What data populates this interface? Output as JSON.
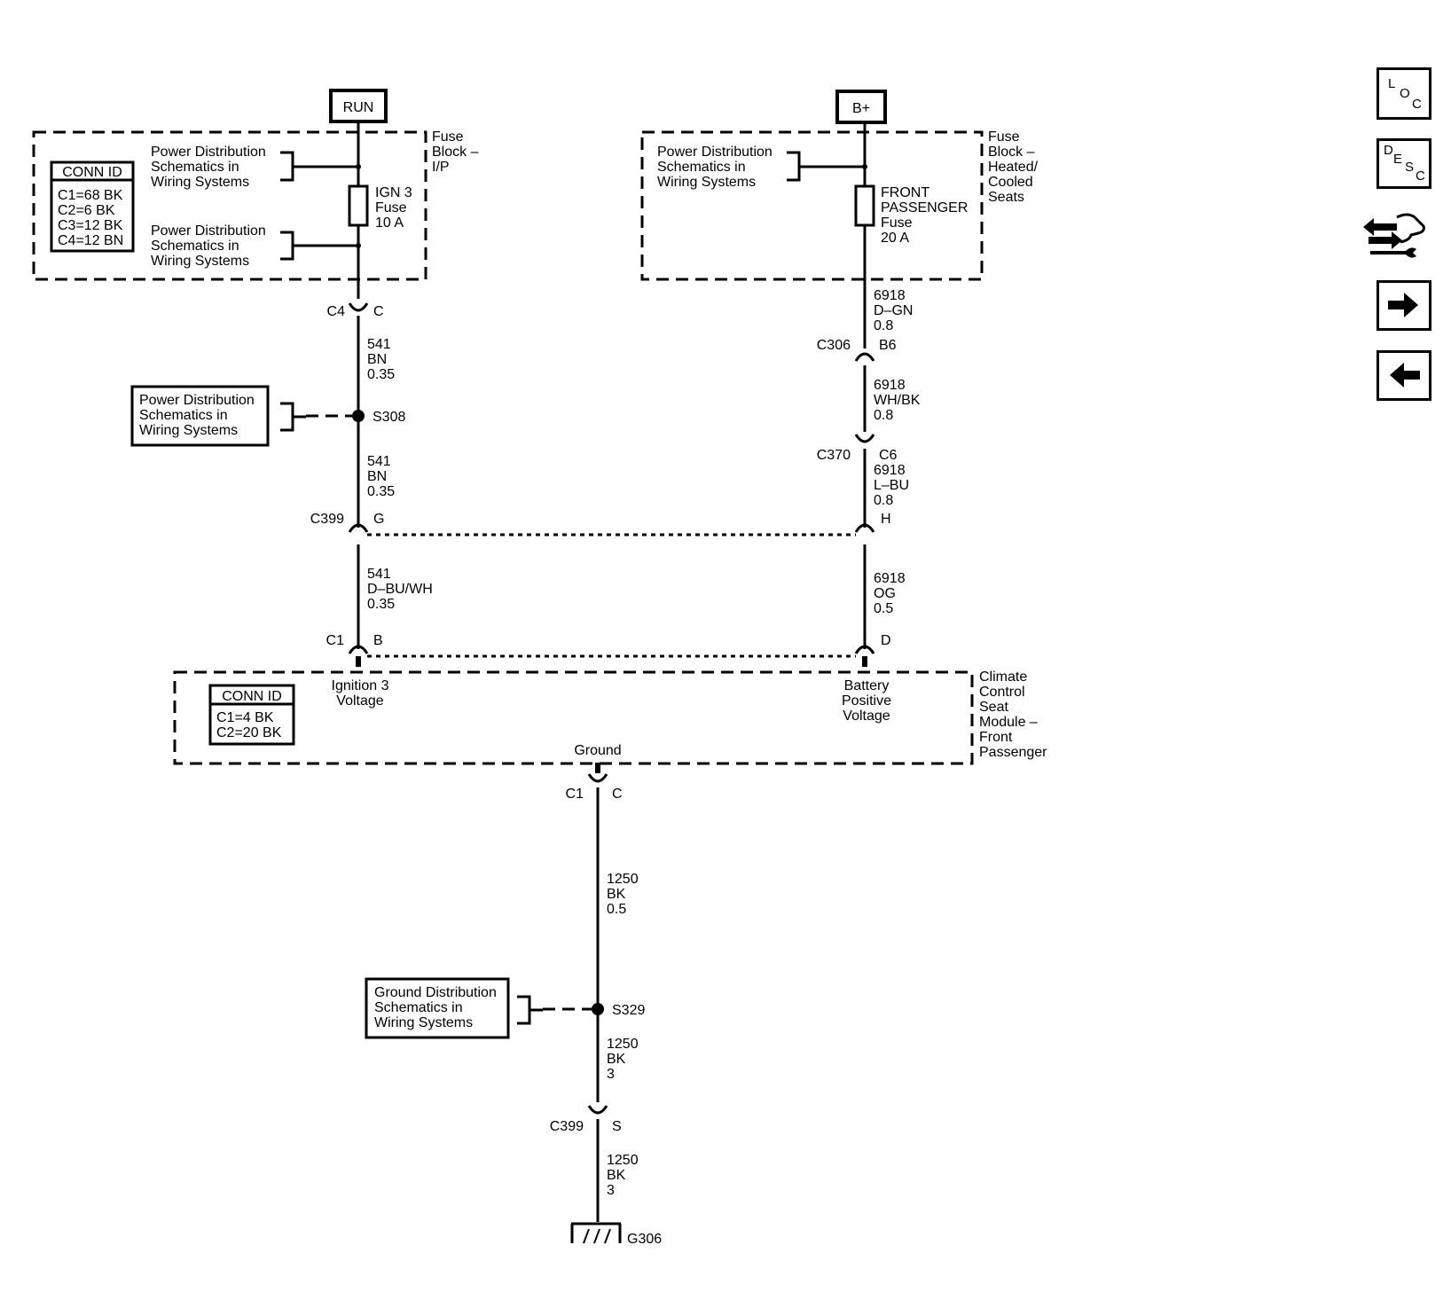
{
  "nav": {
    "loc": [
      "L",
      "O",
      "C"
    ],
    "desc": [
      "D",
      "E",
      "S",
      "C"
    ]
  },
  "icons": {
    "loc": "loc-icon",
    "desc": "desc-icon",
    "tool": "wrench-hand-icon",
    "next": "arrow-right-icon",
    "prev": "arrow-left-icon"
  },
  "power": {
    "run": "RUN",
    "bplus": "B+"
  },
  "fuse_block_ip": {
    "name": [
      "Fuse",
      "Block –",
      "I/P"
    ],
    "conn_id_title": "CONN ID",
    "conn_ids": [
      "C1=68 BK",
      "C2=6 BK",
      "C3=12 BK",
      "C4=12 BN"
    ],
    "ref_top": [
      "Power Distribution",
      "Schematics in",
      "Wiring Systems"
    ],
    "ref_bottom": [
      "Power Distribution",
      "Schematics in",
      "Wiring Systems"
    ],
    "fuse": [
      "IGN 3",
      "Fuse",
      "10 A"
    ]
  },
  "fuse_block_seats": {
    "name": [
      "Fuse",
      "Block –",
      "Heated/",
      "Cooled",
      "Seats"
    ],
    "ref": [
      "Power Distribution",
      "Schematics in",
      "Wiring Systems"
    ],
    "fuse": [
      "FRONT",
      "PASSENGER",
      "Fuse",
      "20 A"
    ]
  },
  "left_circuit": {
    "c4": {
      "conn": "C4",
      "pin": "C"
    },
    "wire1": [
      "541",
      "BN",
      "0.35"
    ],
    "splice": "S308",
    "splice_ref": [
      "Power Distribution",
      "Schematics in",
      "Wiring Systems"
    ],
    "wire2": [
      "541",
      "BN",
      "0.35"
    ],
    "c399": {
      "conn": "C399",
      "pin": "G"
    },
    "wire3": [
      "541",
      "D–BU/WH",
      "0.35"
    ],
    "c1": {
      "conn": "C1",
      "pin": "B"
    }
  },
  "right_circuit": {
    "wire1": [
      "6918",
      "D–GN",
      "0.8"
    ],
    "c306": {
      "conn": "C306",
      "pin": "B6"
    },
    "wire2": [
      "6918",
      "WH/BK",
      "0.8"
    ],
    "c370": {
      "conn": "C370",
      "pin": "C6"
    },
    "wire3": [
      "6918",
      "L–BU",
      "0.8"
    ],
    "c399_pin": "H",
    "wire4": [
      "6918",
      "OG",
      "0.5"
    ],
    "c1_pin": "D"
  },
  "module": {
    "name": [
      "Climate",
      "Control",
      "Seat",
      "Module –",
      "Front",
      "Passenger"
    ],
    "conn_id_title": "CONN ID",
    "conn_ids": [
      "C1=4 BK",
      "C2=20 BK"
    ],
    "ignition": [
      "Ignition 3",
      "Voltage"
    ],
    "battery": [
      "Battery",
      "Positive",
      "Voltage"
    ],
    "ground": "Ground"
  },
  "ground_circuit": {
    "c1": {
      "conn": "C1",
      "pin": "C"
    },
    "wire1": [
      "1250",
      "BK",
      "0.5"
    ],
    "splice": "S329",
    "splice_ref": [
      "Ground Distribution",
      "Schematics in",
      "Wiring Systems"
    ],
    "wire2": [
      "1250",
      "BK",
      "3"
    ],
    "c399": {
      "conn": "C399",
      "pin": "S"
    },
    "wire3": [
      "1250",
      "BK",
      "3"
    ],
    "ground_point": "G306"
  }
}
